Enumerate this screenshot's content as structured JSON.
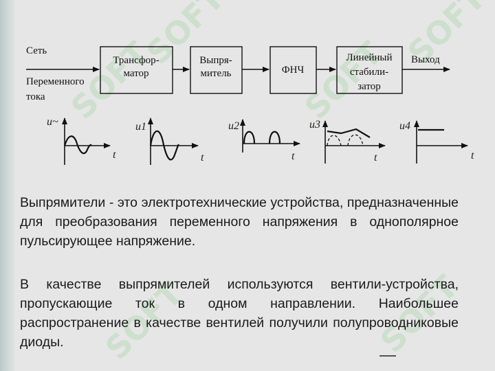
{
  "diagram": {
    "input_labels": [
      "Сеть",
      "Переменного",
      "тока"
    ],
    "blocks": [
      {
        "id": "transformer",
        "lines": [
          "Трансфор-",
          "матор"
        ]
      },
      {
        "id": "rectifier",
        "lines": [
          "Выпря-",
          "митель"
        ]
      },
      {
        "id": "lpf",
        "lines": [
          "ФНЧ"
        ]
      },
      {
        "id": "stabilizer",
        "lines": [
          "Линейный",
          "стабили-",
          "затор"
        ]
      }
    ],
    "output_label": "Выход",
    "graphs": [
      {
        "ylabel": "u~",
        "xlabel": "t",
        "waveform": "damped-sine"
      },
      {
        "ylabel": "u1",
        "xlabel": "t",
        "waveform": "sine"
      },
      {
        "ylabel": "u2",
        "xlabel": "t",
        "waveform": "half-wave-pulses"
      },
      {
        "ylabel": "u3",
        "xlabel": "t",
        "waveform": "filtered-ripple"
      },
      {
        "ylabel": "u4",
        "xlabel": "t",
        "waveform": "constant"
      }
    ]
  },
  "paragraphs": [
    "Выпрямители - это электротехнические устройства, предназначенные для преобразования переменного напряжения в однополярное пульсирующее напряжение.",
    "В качестве выпрямителей используются вентили-устройства, пропускающие ток в одном направлении. Наибольшее распространение в качестве вентилей получили полупроводниковые диоды."
  ],
  "watermark": "SOFT",
  "colors": {
    "background": "#e6e6e6",
    "text": "#1a1a1a",
    "lines": "#111111",
    "watermark": "#78c878"
  }
}
